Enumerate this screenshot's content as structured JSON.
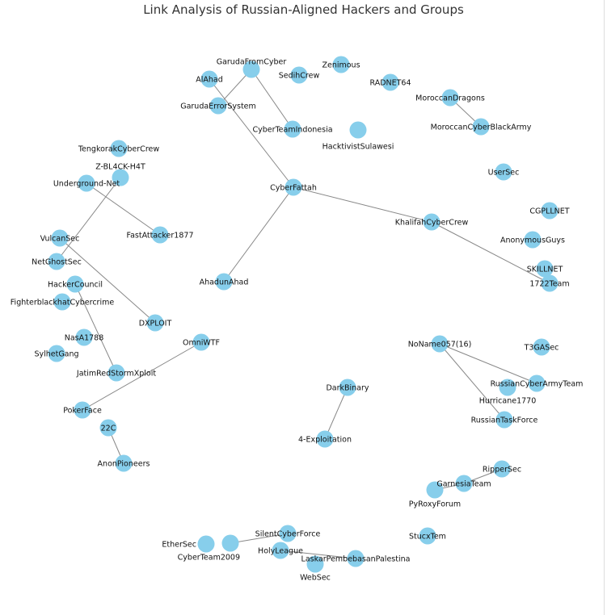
{
  "title": "Link Analysis of Russian-Aligned Hackers and Groups",
  "colors": {
    "node": "#87CEEB",
    "edge": "#888888"
  },
  "nodes": [
    "GarudaFromCyber",
    "AlAhad",
    "GarudaErrorSystem",
    "SedihCrew",
    "Zenimous",
    "RADNET64",
    "CyberTeamIndonesia",
    "HacktivistSulawesi",
    "MoroccanDragons",
    "MoroccanCyberBlackArmy",
    "TengkorakCyberCrew",
    "Z-BL4CK-H4T",
    "Underground-Net",
    "UserSec",
    "CyberFattah",
    "CGPLLNET",
    "KhalifahCyberCrew",
    "FastAttacker1877",
    "VulcanSec",
    "AnonymousGuys",
    "NetGhostSec",
    "SKILLNET",
    "1722Team",
    "AhadunAhad",
    "HackerCouncil",
    "FighterblackhatCybercrime",
    "DXPLOIT",
    "NasA1788",
    "SylhetGang",
    "OmniWTF",
    "JatimRedStormXploit",
    "NoName057(16)",
    "T3GASec",
    "Hurricane1770",
    "RussianCyberArmyTeam",
    "RussianTaskForce",
    "DarkBinary",
    "PokerFace",
    "22C",
    "4-Exploitation",
    "AnonPioneers",
    "RipperSec",
    "GarnesiaTeam",
    "PyRoxyForum",
    "StucxTem",
    "SilentCyberForce",
    "EtherSec",
    "CyberTeam2009",
    "HolyLeague",
    "LaskarPembebasanPalestina",
    "WebSec"
  ],
  "edges": [
    [
      "GarudaFromCyber",
      "GarudaErrorSystem"
    ],
    [
      "GarudaFromCyber",
      "CyberTeamIndonesia"
    ],
    [
      "AlAhad",
      "CyberFattah"
    ],
    [
      "CyberFattah",
      "AhadunAhad"
    ],
    [
      "CyberFattah",
      "KhalifahCyberCrew"
    ],
    [
      "KhalifahCyberCrew",
      "1722Team"
    ],
    [
      "MoroccanDragons",
      "MoroccanCyberBlackArmy"
    ],
    [
      "Z-BL4CK-H4T",
      "NetGhostSec"
    ],
    [
      "Underground-Net",
      "FastAttacker1877"
    ],
    [
      "VulcanSec",
      "DXPLOIT"
    ],
    [
      "HackerCouncil",
      "JatimRedStormXploit"
    ],
    [
      "OmniWTF",
      "PokerFace"
    ],
    [
      "22C",
      "AnonPioneers"
    ],
    [
      "DarkBinary",
      "4-Exploitation"
    ],
    [
      "NoName057(16)",
      "RussianCyberArmyTeam"
    ],
    [
      "NoName057(16)",
      "RussianTaskForce"
    ],
    [
      "RipperSec",
      "GarnesiaTeam"
    ],
    [
      "GarnesiaTeam",
      "PyRoxyForum"
    ],
    [
      "CyberTeam2009",
      "SilentCyberForce"
    ],
    [
      "HolyLeague",
      "LaskarPembebasanPalestina"
    ]
  ]
}
